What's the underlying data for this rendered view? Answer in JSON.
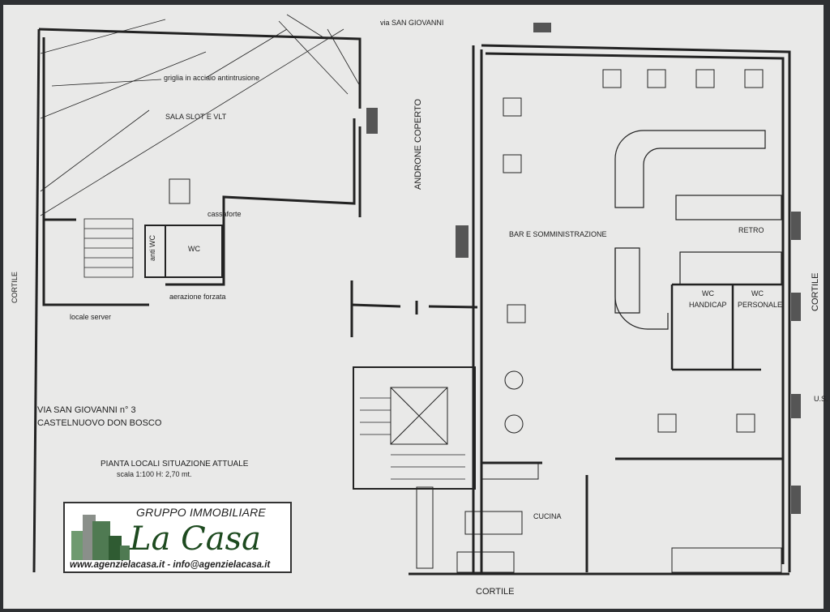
{
  "plan": {
    "street_top": "via SAN GIOVANNI",
    "grille_note": "griglia in acciaio antintrusione",
    "room_slot": "SALA SLOT E VLT",
    "covered_passage": "ANDRONE COPERTO",
    "safe": "cassaforte",
    "anti_wc": "anti WC",
    "wc": "WC",
    "ventilation": "aerazione forzata",
    "server_room": "locale server",
    "courtyard_left": "CORTILE",
    "courtyard_right": "CORTILE",
    "courtyard_bottom": "CORTILE",
    "bar_room": "BAR E SOMMINISTRAZIONE",
    "back_room": "RETRO",
    "wc_handicap_1": "WC",
    "wc_handicap_2": "HANDICAP",
    "wc_staff_1": "WC",
    "wc_staff_2": "PERSONALE",
    "kitchen": "CUCINA",
    "exit_mark": "U.S.",
    "address_line1": "VIA SAN GIOVANNI n° 3",
    "address_line2": "CASTELNUOVO DON BOSCO",
    "plan_title": "PIANTA LOCALI SITUAZIONE ATTUALE",
    "scale_note": "scala 1:100  H: 2,70 mt."
  },
  "logo": {
    "top_text": "GRUPPO IMMOBILIARE",
    "name": "La Casa",
    "contact": "www.agenzielacasa.it - info@agenzielacasa.it",
    "colors": {
      "green_dark": "#1d4a1f",
      "green_mid": "#4f7a52",
      "gray": "#8a8f8a"
    }
  },
  "colors": {
    "frame": "#2e3033",
    "paper": "#e9e9e8",
    "ink": "#222222"
  }
}
